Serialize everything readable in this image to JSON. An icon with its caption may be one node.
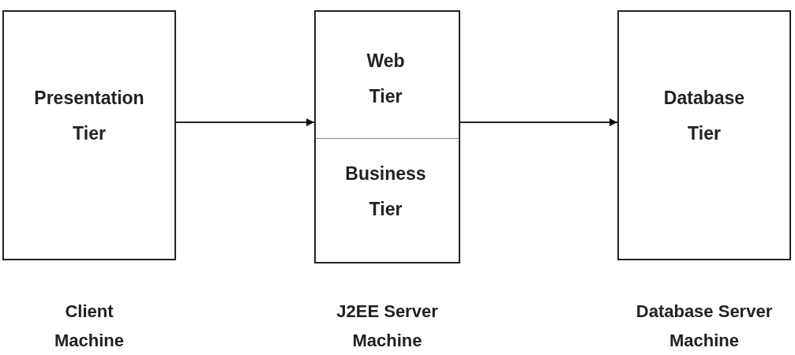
{
  "diagram": {
    "nodes": [
      {
        "text": [
          "Presentation Tier"
        ],
        "beside": [
          "Client Machine"
        ]
      },
      {
        "text": [],
        "shape": "box",
        "beside": [
          "J2EE Server Machine"
        ]
      },
      {
        "text": [
          "Web Tier"
        ],
        "in": 1
      },
      {
        "text": [
          "Business Tier"
        ],
        "in": 1
      },
      {
        "text": [
          "Database Tier"
        ],
        "beside": [
          "Database Server Machine"
        ]
      }
    ],
    "edges": [
      {
        "from": 0,
        "to": 1,
        "arrow": "to"
      },
      {
        "from": 1,
        "to": 4,
        "arrow": "to"
      }
    ]
  }
}
